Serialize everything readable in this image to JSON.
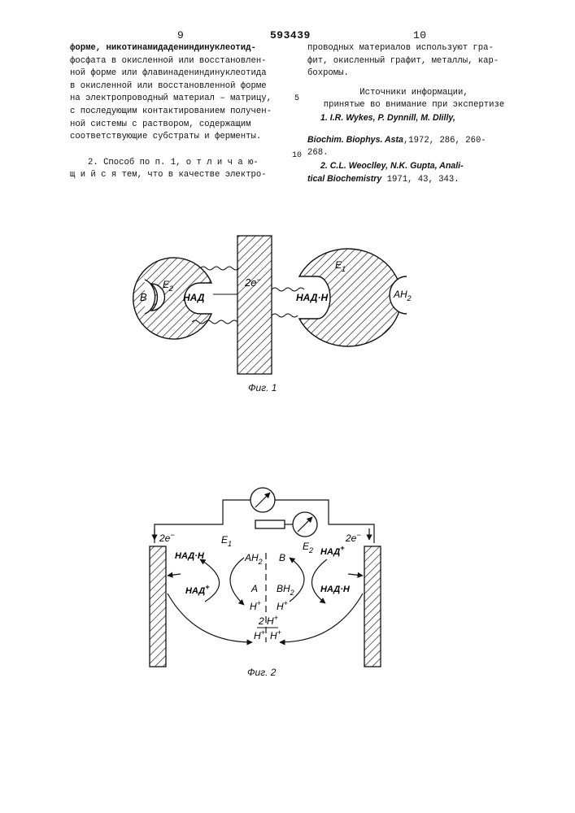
{
  "header": {
    "page_left": "9",
    "patent_number": "593439",
    "page_right": "10"
  },
  "left_column": {
    "lines": [
      "форме, никотинамидадениндинуклеотид-",
      "фосфата в окисленной  или восстановлен-",
      "ной форме или флавинадениндинуклеотида",
      "в окисленной или восстановленной форме",
      "на электропроводный материал – матрицу,",
      "с последующим контактированием получен-",
      "ной системы с раствором, содержащим",
      "соответствующие субстраты и ферменты."
    ],
    "claim2_lines": [
      "2. Способ по п. 1, о т л и ч а ю-",
      "щ и й с я тем, что в качестве электро-"
    ]
  },
  "right_column": {
    "lines": [
      "проводных материалов используют гра-",
      "фит, окисленный графит, металлы, кар-",
      "бохромы."
    ],
    "sources_title_1": "Источники информации,",
    "sources_title_2": "принятые во внимание при экспертизе",
    "ref1_line1": "1. I.R. Wykes, P. Dynnill, M. Dlilly,",
    "ref1_journal": "Biochim. Biophys. Asta",
    "ref1_rest": ",1972, 286, 260-",
    "ref1_line3": "268.",
    "ref2_line1": "2. C.L. Weoclley, N.K. Gupta, Anali-",
    "ref2_journal": "tical Biochemistry",
    "ref2_rest": " 1971, 43, 343."
  },
  "line_numbers": {
    "n5": "5",
    "n10": "10"
  },
  "fig1": {
    "caption": "Фиг. 1",
    "label_E2": "E",
    "label_E2_sub": "2",
    "label_E1": "E",
    "label_E1_sub": "1",
    "label_B": "B",
    "label_NAD_left": "НАД",
    "label_electrons": "2e",
    "label_electrons_sup": "−",
    "label_NADH": "НАД·Н",
    "label_AH2": "AH",
    "label_AH2_sub": "2"
  },
  "fig2": {
    "caption": "Фиг. 2",
    "left_2e": "2e",
    "right_2e": "2e",
    "sup_minus": "−",
    "E1": "E",
    "E1_sub": "1",
    "E2": "E",
    "E2_sub": "2",
    "nadh_left": "НАД·Н",
    "nad_plus_left": "НАД",
    "AH2": "AH",
    "AH2_sub": "2",
    "A": "A",
    "H_plus_a": "H",
    "B": "B",
    "BH2": "BH",
    "BH2_sub": "2",
    "H_plus_b": "H",
    "nad_plus_right": "НАД",
    "nadh_right": "НАД·Н",
    "two_H_plus": "2 H",
    "bottom_H_left": "H",
    "bottom_H_right": "H",
    "plus": "+"
  }
}
